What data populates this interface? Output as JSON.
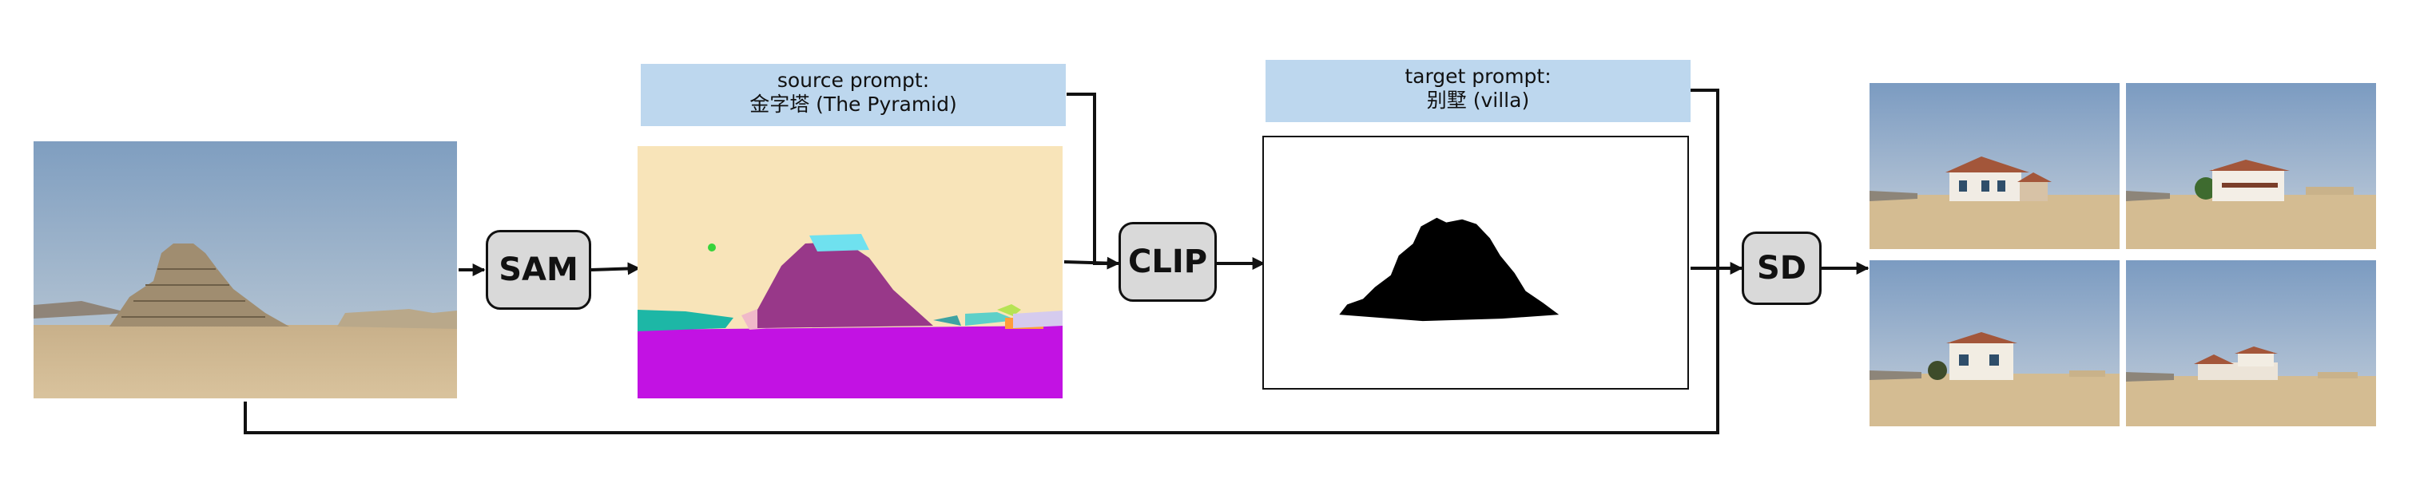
{
  "source_prompt": {
    "line1": "source prompt:",
    "line2": "金字塔 (The Pyramid)"
  },
  "target_prompt": {
    "line1": "target prompt:",
    "line2": "别墅 (villa)"
  },
  "modules": {
    "sam": "SAM",
    "clip": "CLIP",
    "sd": "SD"
  },
  "colors": {
    "prompt_bg": "#bdd7ee",
    "module_bg": "#d9d9d9",
    "seg_background": "#f8e4b9",
    "seg_ground": "#c212e3",
    "seg_pyramid": "#983889"
  },
  "images": {
    "input": "pyramid-photo",
    "segmentation": "sam-segmentation-map",
    "mask": "clip-mask",
    "outputs": [
      "villa-output-1",
      "villa-output-2",
      "villa-output-3",
      "villa-output-4"
    ]
  }
}
